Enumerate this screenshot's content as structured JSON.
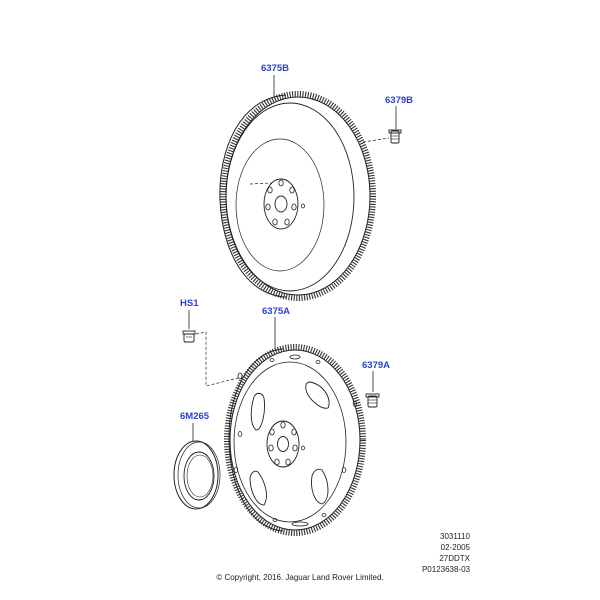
{
  "callouts": {
    "flywheel_upper": "6375B",
    "bolt_upper": "6379B",
    "heat_shield_bolt": "HS1",
    "flexplate_lower": "6375A",
    "bolt_lower": "6379A",
    "seal": "6M265"
  },
  "reference": {
    "line1": "3031110",
    "line2": "02-2005",
    "line3": "27DDTX",
    "line4": "P0123638-03"
  },
  "copyright": "© Copyright, 2016. Jaguar Land Rover Limited.",
  "colors": {
    "callout": "#2a3fd0",
    "line": "#222222",
    "background": "#ffffff"
  }
}
